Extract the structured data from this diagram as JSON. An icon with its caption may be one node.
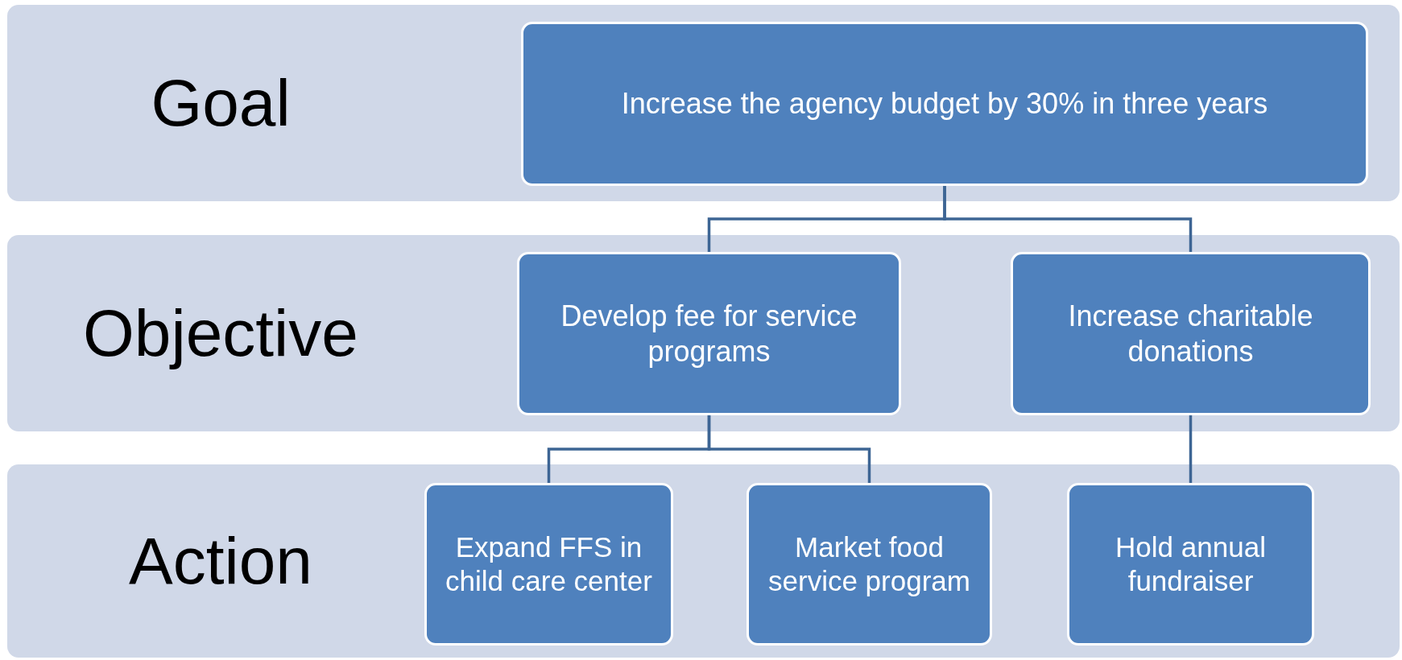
{
  "diagram": {
    "nodes": [
      {
        "text": [
          "Goal"
        ]
      },
      {
        "text": [
          "Increase the agency budget by 30% in three years"
        ],
        "in": 0
      },
      {
        "text": [
          "Objective"
        ]
      },
      {
        "text": [
          "Develop fee for service programs"
        ],
        "in": 2
      },
      {
        "text": [
          "Increase charitable donations"
        ],
        "in": 2
      },
      {
        "text": [
          "Action"
        ]
      },
      {
        "text": [
          "Expand FFS in child care center"
        ],
        "in": 5
      },
      {
        "text": [
          "Market food service program"
        ],
        "in": 5
      },
      {
        "text": [
          "Hold annual fundraiser"
        ],
        "in": 5
      }
    ],
    "edges": [
      {
        "from": 1,
        "to": 3,
        "arrow": "none"
      },
      {
        "from": 1,
        "to": 4,
        "arrow": "none"
      },
      {
        "from": 3,
        "to": 6,
        "arrow": "none"
      },
      {
        "from": 3,
        "to": 7,
        "arrow": "none"
      },
      {
        "from": 4,
        "to": 8,
        "arrow": "none"
      }
    ]
  }
}
